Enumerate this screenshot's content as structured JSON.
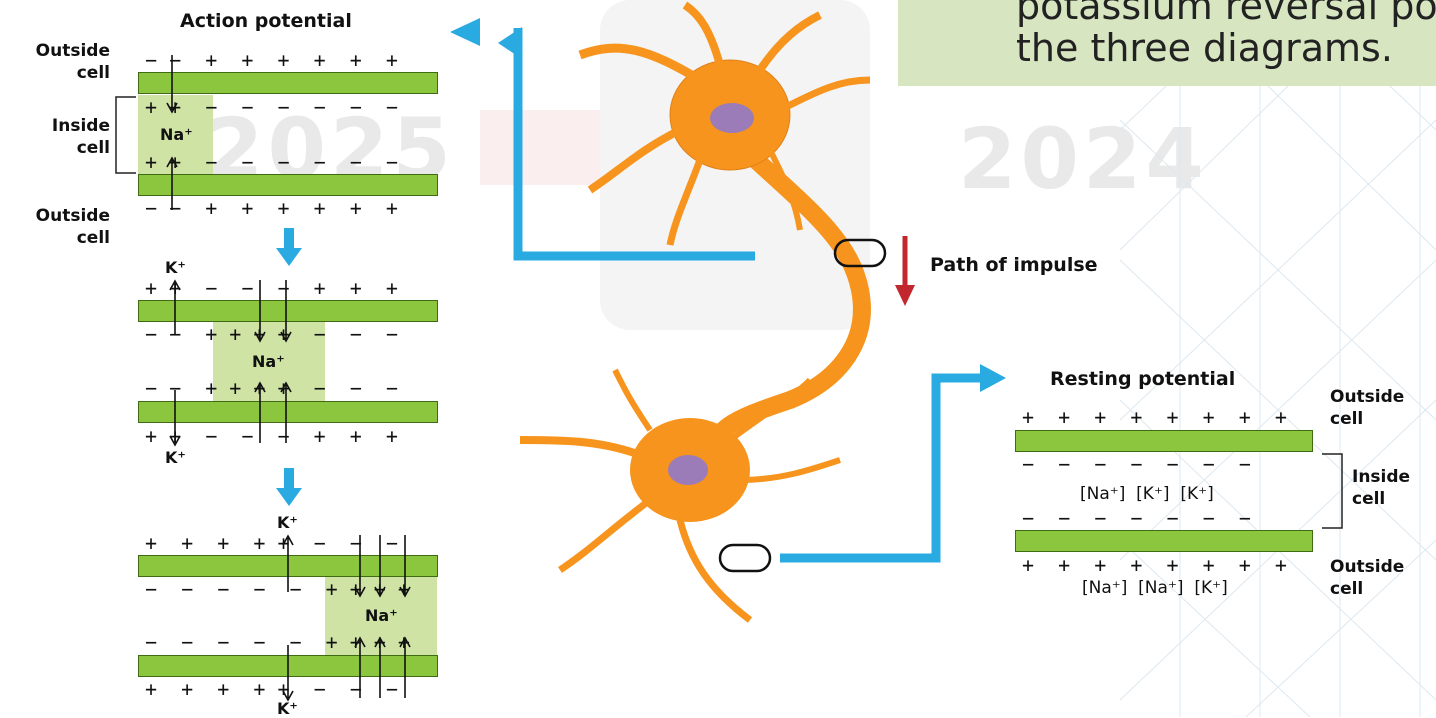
{
  "callout": {
    "line1": "potassium reversal po",
    "line2": "the three diagrams."
  },
  "watermark": {
    "year_left": "2025",
    "year_right": "2024"
  },
  "action_potential": {
    "title": "Action potential",
    "outside_top": [
      "Outside",
      "cell"
    ],
    "inside": [
      "Inside",
      "cell"
    ],
    "outside_bottom": [
      "Outside",
      "cell"
    ],
    "row1_top": "− −  +  +  +  +  +  +",
    "row1_inner_top": "+ +  −  −  −  −  −  −",
    "row1_inner_bottom": "+ +  −  −  −  −  −  −",
    "row1_bottom": "− −  +  +  +  +  +  +",
    "row2_top": "+ +  −  −  −  +  +  +",
    "row2_inner_top": "− −  + + + +  −  −  −",
    "row2_inner_bottom": "− −  + + + +  −  −  −",
    "row2_bottom": "+ +  −  −  −  +  +  +",
    "row3_top": "+  +  +  + +  −  −  −",
    "row3_inner_top": "−  −  −  −  −  + + + +",
    "row3_inner_bottom": "−  −  −  −  −  + + + +",
    "row3_bottom": "+  +  +  + +  −  −  −",
    "na": "Na⁺",
    "k": "K⁺"
  },
  "path_label": "Path of impulse",
  "resting_potential": {
    "title": "Resting potential",
    "outside_top": [
      "Outside",
      "cell"
    ],
    "inside": [
      "Inside",
      "cell"
    ],
    "outside_bottom": [
      "Outside",
      "cell"
    ],
    "top_charges": "+  +  +  +  +  +  +  +",
    "inner_top": "−  −  −  −  −  −  −",
    "inner_ions": "[Na⁺]  [K⁺]  [K⁺]",
    "inner_bottom": "−  −  −  −  −  −  −",
    "bottom_charges": "+  +  +  +  +  +  +  +",
    "outer_ions": "[Na⁺]  [Na⁺]  [K⁺]"
  },
  "colors": {
    "membrane": "#8cc63f",
    "highlight": "#cfe3a5",
    "neuron": "#f7941d",
    "nucleus": "#9b7bb8",
    "arrow_blue": "#29abe2",
    "arrow_red": "#c1272d"
  }
}
